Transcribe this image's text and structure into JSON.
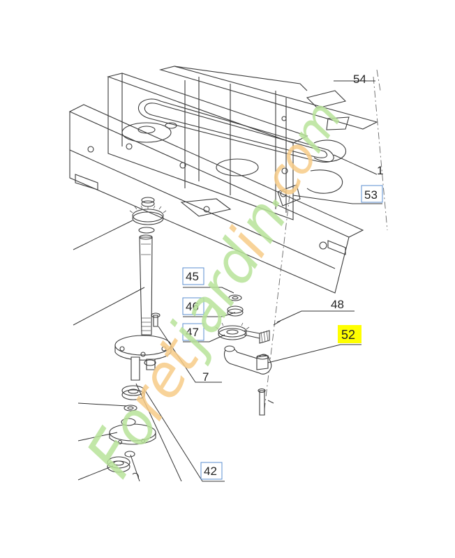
{
  "callouts": {
    "c54": "54",
    "c1": "1",
    "c53": "53",
    "c45": "45",
    "c46": "46",
    "c47": "47",
    "c48": "48",
    "c52": "52",
    "c7": "7",
    "c42": "42"
  },
  "colors": {
    "label_box": "#5b8fd1",
    "highlight": "#ffff00",
    "watermark_green": "#b8e39a",
    "watermark_orange": "#f7cc88"
  },
  "watermark": "Foretjardin"
}
